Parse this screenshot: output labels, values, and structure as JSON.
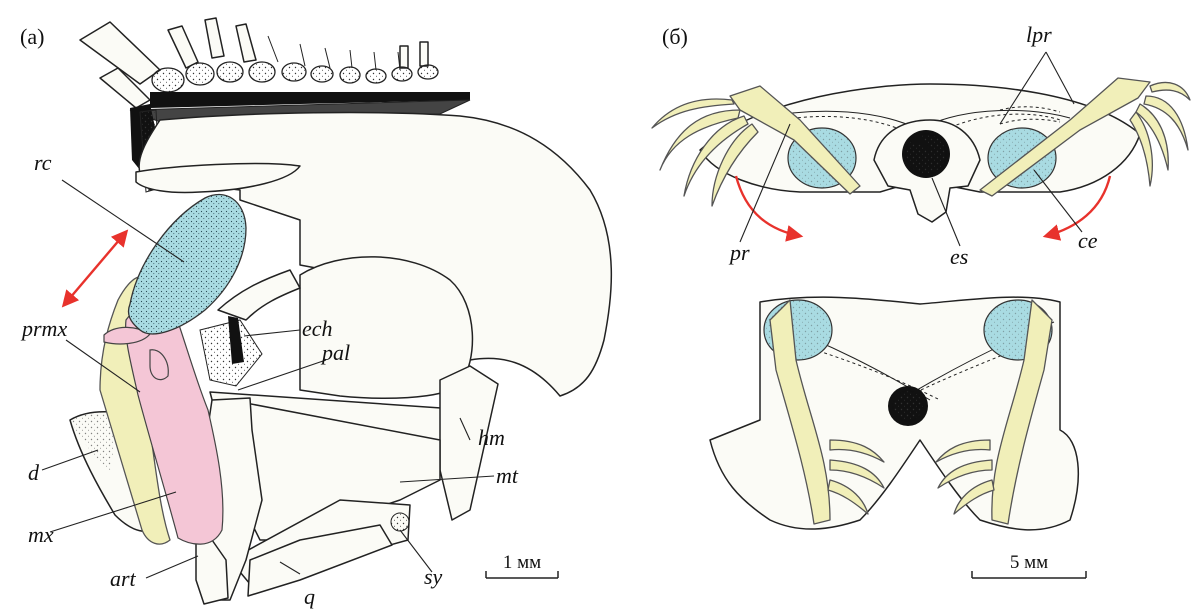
{
  "panels": {
    "a": {
      "label": "(а)",
      "scale_bar": "1 мм",
      "labels": {
        "rc": "rc",
        "prmx": "prmx",
        "ech": "ech",
        "pal": "pal",
        "hm": "hm",
        "mt": "mt",
        "d": "d",
        "mx": "mx",
        "art": "art",
        "sy": "sy",
        "q": "q"
      }
    },
    "b": {
      "label": "(б)",
      "scale_bar": "5 мм",
      "labels": {
        "lpr": "lpr",
        "pr": "pr",
        "es": "es",
        "ce": "ce"
      }
    }
  },
  "colors": {
    "rostral_cartilage": "#a9dbe2",
    "maxilla": "#f4c6d6",
    "premaxilla": "#f1efb9",
    "arrows": "#e8322c"
  }
}
